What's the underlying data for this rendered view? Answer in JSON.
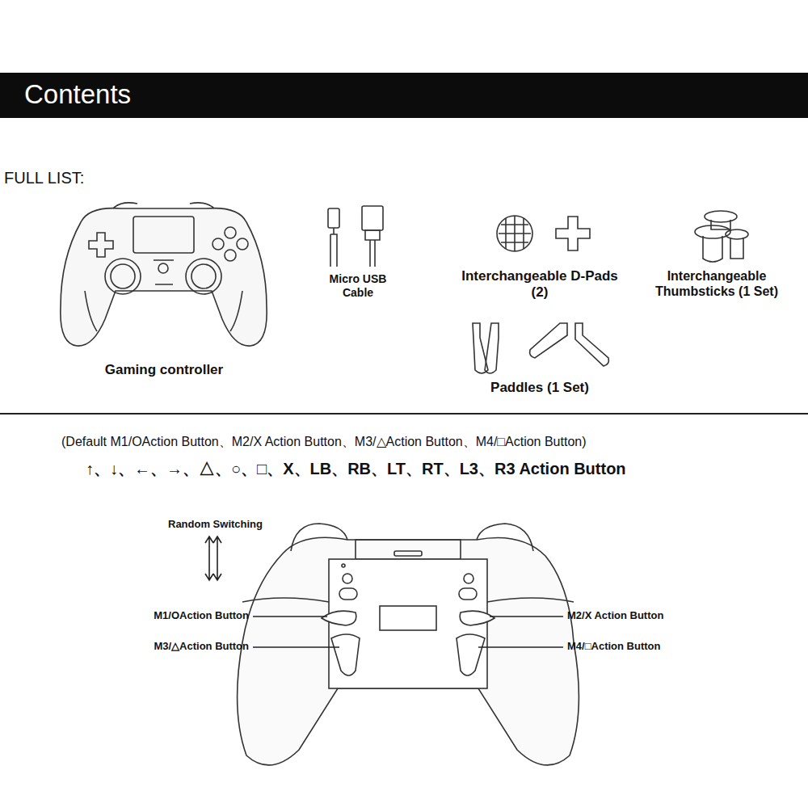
{
  "diagram": {
    "title": "Contents",
    "labels": [
      "FULL LIST:",
      "Gaming controller",
      "Micro USB Cable",
      "Interchangeable D-Pads (2)",
      "Interchangeable Thumbsticks (1 Set)",
      "Paddles (1 Set)",
      "(Default M1/OAction Button、M2/X Action Button、M3/△Action Button、M4/□Action Button)",
      "↑、↓、←、→、△、○、□、X、LB、RB、LT、RT、L3、R3 Action Button",
      "Random Switching",
      "M1/OAction Button",
      "M3/△Action Button",
      "M2/X Action Button",
      "M4/□Action Button"
    ]
  }
}
